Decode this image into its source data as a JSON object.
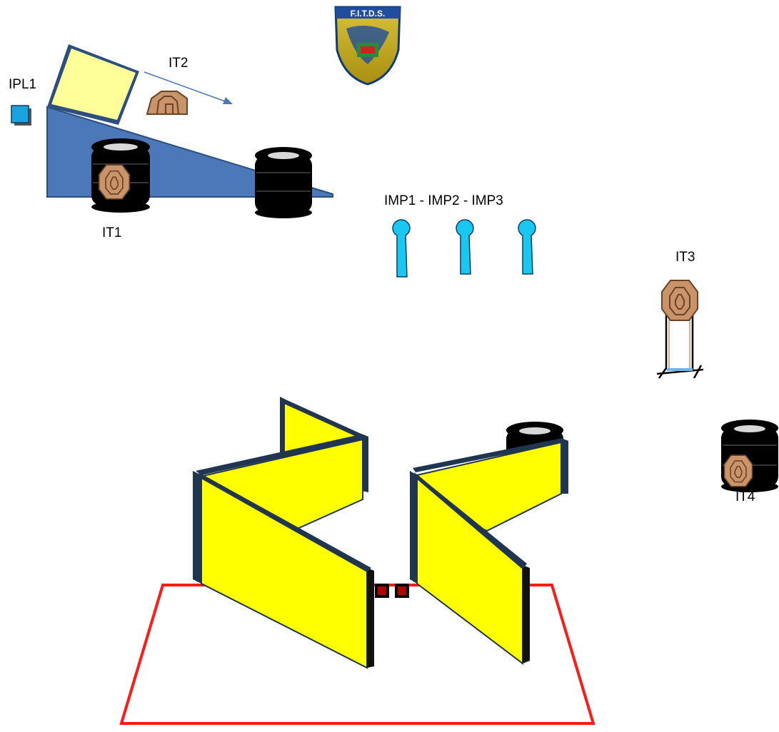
{
  "logo": {
    "text": "F.I.T.D.S."
  },
  "labels": {
    "ipl1": "IPL1",
    "it1": "IT1",
    "it2": "IT2",
    "imp": "IMP1  - IMP2  -  IMP3",
    "it3": "IT3",
    "it4": "IT4"
  },
  "colors": {
    "ramp": "#4a78b8",
    "panel_yellow": "#ffff00",
    "panel_edge": "#1f3550",
    "target": "#c9946a",
    "popper": "#19c8f0",
    "plate": "#1aa3e0",
    "box": "#ff1a1a",
    "fault_marker": "#b00000"
  }
}
